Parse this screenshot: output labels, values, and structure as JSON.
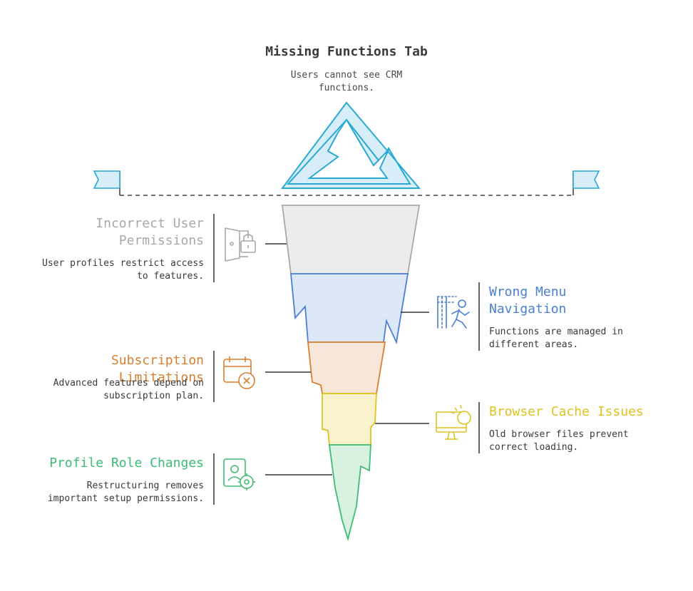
{
  "header": {
    "title": "Missing Functions Tab",
    "subtitle": "Users cannot see CRM functions."
  },
  "causes": [
    {
      "title": "Incorrect User Permissions",
      "description": "User profiles restrict access to features.",
      "icon": "door-lock-icon",
      "color": "#a8a8a8"
    },
    {
      "title": "Wrong Menu Navigation",
      "description": "Functions are managed in different areas.",
      "icon": "person-walking-icon",
      "color": "#4a7fd4"
    },
    {
      "title": "Subscription Limitations",
      "description": "Advanced features depend on subscription plan.",
      "icon": "calendar-cancel-icon",
      "color": "#d97f2e"
    },
    {
      "title": "Browser Cache Issues",
      "description": "Old browser files prevent correct loading.",
      "icon": "monitor-refresh-icon",
      "color": "#e0c21e"
    },
    {
      "title": "Profile Role Changes",
      "description": "Restructuring removes important setup permissions.",
      "icon": "profile-gear-icon",
      "color": "#3dbd74"
    }
  ],
  "colors": {
    "tip": "#29a9d4",
    "tip_fill": "#d7eef8",
    "waterline": "#444444",
    "layer_gray": "#ececec",
    "layer_blue": "#dce8f8",
    "layer_orange": "#f8e6d8",
    "layer_yellow": "#f8f3cd",
    "layer_green": "#d9f1e1"
  }
}
